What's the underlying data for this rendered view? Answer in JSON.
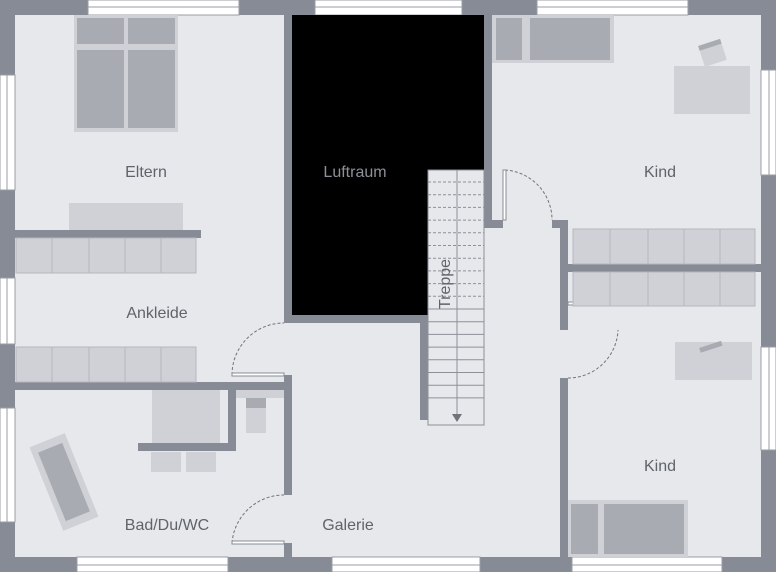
{
  "colors": {
    "wall": "#878b96",
    "floor": "#e6e8ec",
    "furniture_light": "#cfd1d7",
    "furniture_dark": "#a9abb3",
    "void": "#000000",
    "window": "#ffffff",
    "label": "#5f636b"
  },
  "rooms": {
    "eltern": "Eltern",
    "luftraum": "Luftraum",
    "kind_top": "Kind",
    "ankleide": "Ankleide",
    "treppe": "Treppe",
    "kind_bottom": "Kind",
    "bad": "Bad/Du/WC",
    "galerie": "Galerie"
  }
}
